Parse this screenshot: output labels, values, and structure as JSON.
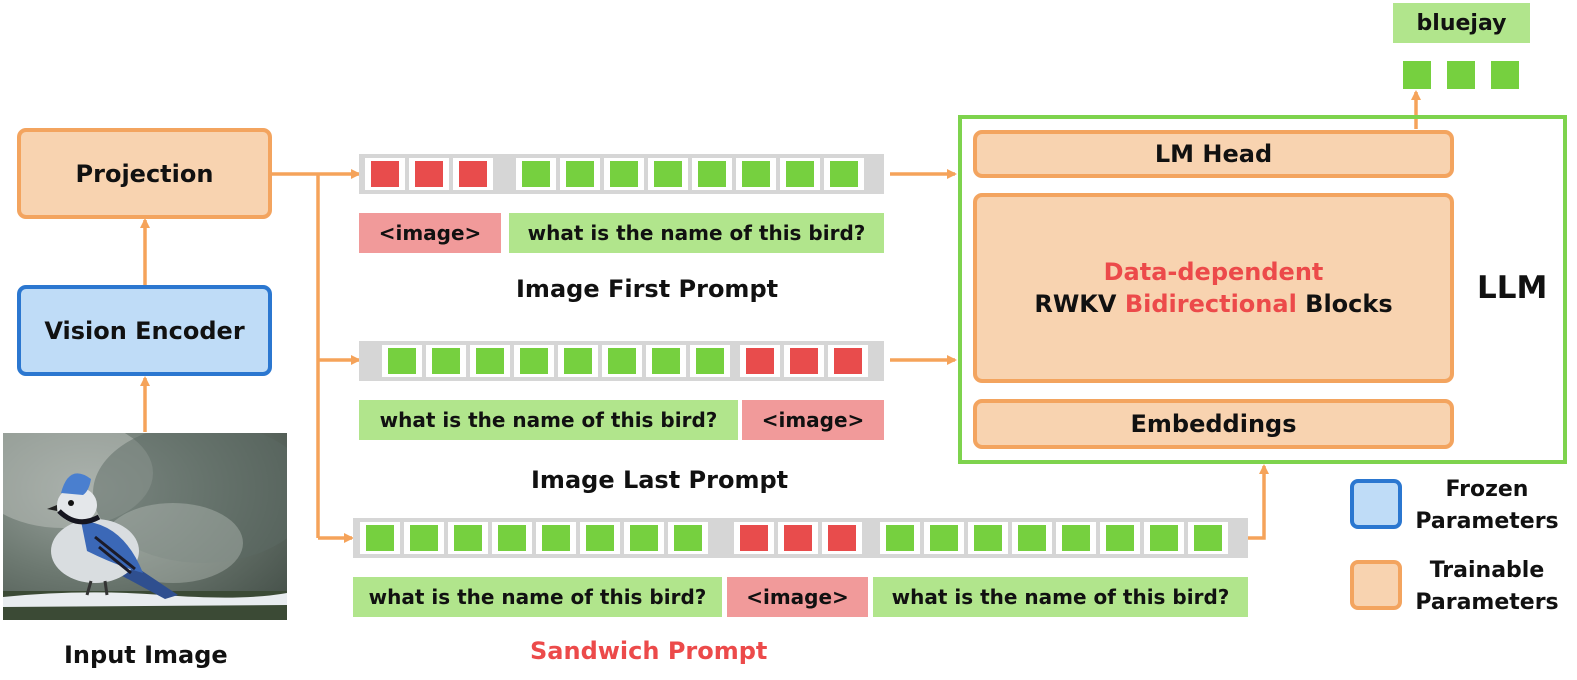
{
  "input_image": {
    "caption": "Input Image"
  },
  "vision_encoder": {
    "label": "Vision Encoder"
  },
  "projection": {
    "label": "Projection"
  },
  "prompts": {
    "image_first": {
      "title": "Image First Prompt",
      "image_token": "<image>",
      "text": "what is the name of this bird?"
    },
    "image_last": {
      "title": "Image Last Prompt",
      "image_token": "<image>",
      "text": "what is the name of this bird?"
    },
    "sandwich": {
      "title": "Sandwich Prompt",
      "image_token": "<image>",
      "text_before": "what is the name of this bird?",
      "text_after": "what is the name of this bird?"
    }
  },
  "llm": {
    "label": "LLM",
    "lm_head": "LM Head",
    "blocks_line1": "Data-dependent",
    "blocks_line2_a": "RWKV ",
    "blocks_line2_b": "Bidirectional",
    "blocks_line2_c": " Blocks",
    "embeddings": "Embeddings"
  },
  "output": {
    "label": "bluejay"
  },
  "legend": {
    "frozen_1": "Frozen",
    "frozen_2": "Parameters",
    "trainable_1": "Trainable",
    "trainable_2": "Parameters"
  },
  "colors": {
    "trainable_fill": "#f8d3b0",
    "trainable_border": "#f3a45f",
    "frozen_fill": "#bfdcf7",
    "frozen_border": "#2b77d0",
    "text_token": "#76d03f",
    "image_token": "#e84c4c",
    "llm_border": "#7ed34d",
    "arrow": "#f5a35a",
    "highlight": "#ec4a4a"
  }
}
